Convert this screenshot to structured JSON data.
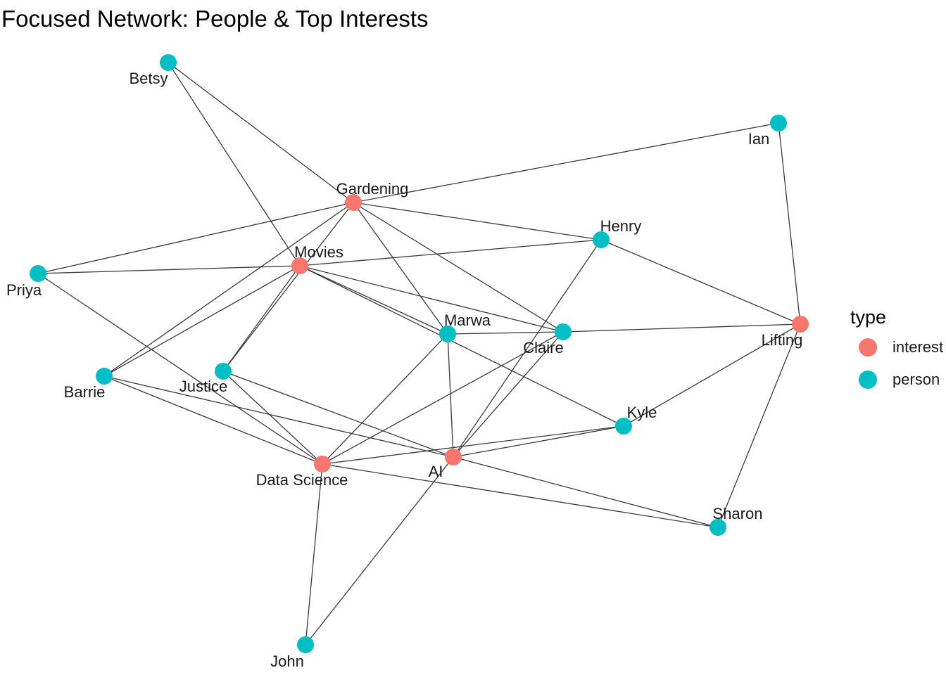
{
  "title": "Focused Network: People & Top Interests",
  "colors": {
    "interest": "#F8766D",
    "person": "#00BFC4",
    "edge": "#3a3a3a"
  },
  "legend": {
    "title": "type",
    "items": [
      {
        "label": "interest",
        "color": "#F8766D"
      },
      {
        "label": "person",
        "color": "#00BFC4"
      }
    ]
  },
  "nodes": [
    {
      "id": "Gardening",
      "type": "interest"
    },
    {
      "id": "Movies",
      "type": "interest"
    },
    {
      "id": "Lifting",
      "type": "interest"
    },
    {
      "id": "Data Science",
      "type": "interest"
    },
    {
      "id": "AI",
      "type": "interest"
    },
    {
      "id": "Betsy",
      "type": "person"
    },
    {
      "id": "Ian",
      "type": "person"
    },
    {
      "id": "Henry",
      "type": "person"
    },
    {
      "id": "Priya",
      "type": "person"
    },
    {
      "id": "Marwa",
      "type": "person"
    },
    {
      "id": "Claire",
      "type": "person"
    },
    {
      "id": "Barrie",
      "type": "person"
    },
    {
      "id": "Justice",
      "type": "person"
    },
    {
      "id": "Kyle",
      "type": "person"
    },
    {
      "id": "Sharon",
      "type": "person"
    },
    {
      "id": "John",
      "type": "person"
    }
  ],
  "edges": [
    [
      "Betsy",
      "Gardening"
    ],
    [
      "Betsy",
      "Movies"
    ],
    [
      "Ian",
      "Gardening"
    ],
    [
      "Ian",
      "Lifting"
    ],
    [
      "Priya",
      "Gardening"
    ],
    [
      "Priya",
      "Movies"
    ],
    [
      "Priya",
      "Data Science"
    ],
    [
      "Henry",
      "Gardening"
    ],
    [
      "Henry",
      "Movies"
    ],
    [
      "Henry",
      "Lifting"
    ],
    [
      "Henry",
      "AI"
    ],
    [
      "Marwa",
      "Gardening"
    ],
    [
      "Marwa",
      "Movies"
    ],
    [
      "Marwa",
      "Data Science"
    ],
    [
      "Marwa",
      "AI"
    ],
    [
      "Marwa",
      "Claire"
    ],
    [
      "Claire",
      "Gardening"
    ],
    [
      "Claire",
      "Movies"
    ],
    [
      "Claire",
      "Lifting"
    ],
    [
      "Claire",
      "Data Science"
    ],
    [
      "Claire",
      "AI"
    ],
    [
      "Barrie",
      "Gardening"
    ],
    [
      "Barrie",
      "Movies"
    ],
    [
      "Barrie",
      "Data Science"
    ],
    [
      "Barrie",
      "AI"
    ],
    [
      "Justice",
      "Gardening"
    ],
    [
      "Justice",
      "Movies"
    ],
    [
      "Justice",
      "Data Science"
    ],
    [
      "Justice",
      "AI"
    ],
    [
      "Kyle",
      "Movies"
    ],
    [
      "Kyle",
      "Lifting"
    ],
    [
      "Kyle",
      "AI"
    ],
    [
      "Kyle",
      "Data Science"
    ],
    [
      "Sharon",
      "Lifting"
    ],
    [
      "Sharon",
      "AI"
    ],
    [
      "Sharon",
      "Data Science"
    ],
    [
      "John",
      "Data Science"
    ],
    [
      "John",
      "AI"
    ]
  ]
}
